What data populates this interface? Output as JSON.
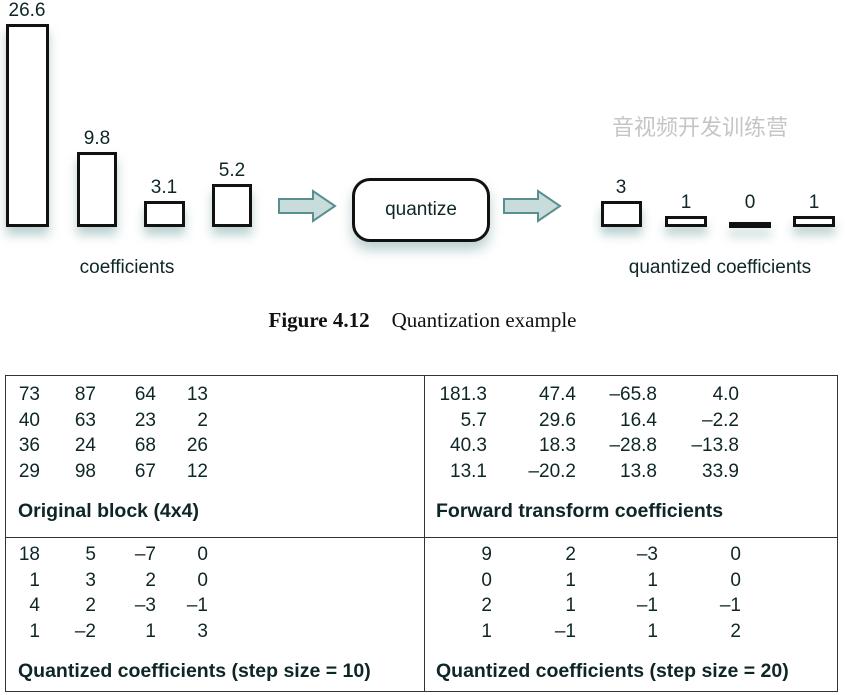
{
  "figure": {
    "input_values": [
      "26.6",
      "9.8",
      "3.1",
      "5.2"
    ],
    "input_label": "coefficients",
    "process_label": "quantize",
    "output_values": [
      "3",
      "1",
      "0",
      "1"
    ],
    "output_label": "quantized coefficients",
    "caption_number": "Figure 4.12",
    "caption_text": "Quantization example"
  },
  "panels": [
    {
      "title": "Original block (4x4)",
      "rows": [
        [
          "73",
          "87",
          "64",
          "13"
        ],
        [
          "40",
          "63",
          "23",
          "2"
        ],
        [
          "36",
          "24",
          "68",
          "26"
        ],
        [
          "29",
          "98",
          "67",
          "12"
        ]
      ]
    },
    {
      "title": "Forward transform coefficients",
      "rows": [
        [
          "181.3",
          "47.4",
          "–65.8",
          "4.0"
        ],
        [
          "5.7",
          "29.6",
          "16.4",
          "–2.2"
        ],
        [
          "40.3",
          "18.3",
          "–28.8",
          "–13.8"
        ],
        [
          "13.1",
          "–20.2",
          "13.8",
          "33.9"
        ]
      ]
    },
    {
      "title": "Quantized coefficients (step size = 10)",
      "rows": [
        [
          "18",
          "5",
          "–7",
          "0"
        ],
        [
          "1",
          "3",
          "2",
          "0"
        ],
        [
          "4",
          "2",
          "–3",
          "–1"
        ],
        [
          "1",
          "–2",
          "1",
          "3"
        ]
      ]
    },
    {
      "title": "Quantized coefficients (step size = 20)",
      "rows": [
        [
          "9",
          "2",
          "–3",
          "0"
        ],
        [
          "0",
          "1",
          "1",
          "0"
        ],
        [
          "2",
          "1",
          "–1",
          "–1"
        ],
        [
          "1",
          "–1",
          "1",
          "2"
        ]
      ]
    }
  ],
  "watermark": "音视频开发训练营"
}
